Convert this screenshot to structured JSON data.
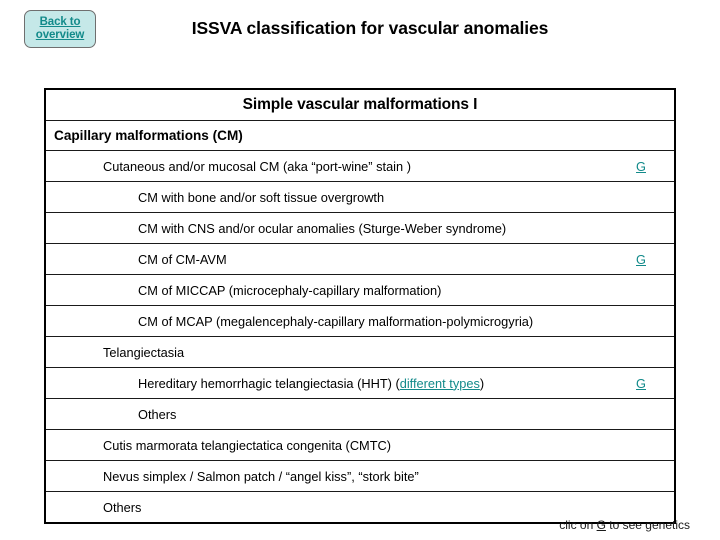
{
  "back_button": {
    "line1": "Back to",
    "line2": "overview",
    "color": "#128a8a",
    "background": "#c5e8e8"
  },
  "slide": {
    "title": "ISSVA classification for vascular anomalies"
  },
  "table": {
    "header": "Simple vascular malformations I",
    "genetics_link_label": "G",
    "rows": [
      {
        "label": "Capillary malformations (CM)",
        "level": 0,
        "bold": true,
        "genetics": false
      },
      {
        "label": "Cutaneous and/or mucosal CM (aka “port-wine” stain )",
        "level": 1,
        "bold": false,
        "genetics": true
      },
      {
        "label": "CM with bone and/or soft tissue overgrowth",
        "level": 2,
        "bold": false,
        "genetics": false
      },
      {
        "label": "CM with CNS and/or ocular anomalies (Sturge-Weber syndrome)",
        "level": 2,
        "bold": false,
        "genetics": false
      },
      {
        "label": "CM of CM-AVM",
        "level": 2,
        "bold": false,
        "genetics": true
      },
      {
        "label": "CM of MICCAP (microcephaly-capillary malformation)",
        "level": 2,
        "bold": false,
        "genetics": false
      },
      {
        "label": "CM of MCAP (megalencephaly-capillary malformation-polymicrogyria)",
        "level": 2,
        "bold": false,
        "genetics": false
      },
      {
        "label": "Telangiectasia",
        "level": 1,
        "bold": false,
        "genetics": false
      },
      {
        "label_pre": "Hereditary hemorrhagic telangiectasia (HHT) (",
        "label_link": "different types",
        "label_post": ")",
        "level": 2,
        "bold": false,
        "genetics": true
      },
      {
        "label": "Others",
        "level": 2,
        "bold": false,
        "genetics": false
      },
      {
        "label": "Cutis marmorata telangiectatica congenita (CMTC)",
        "level": 1,
        "bold": false,
        "genetics": false
      },
      {
        "label": "Nevus simplex / Salmon patch / “angel kiss”, “stork bite”",
        "level": 1,
        "bold": false,
        "genetics": false
      },
      {
        "label": "Others",
        "level": 1,
        "bold": false,
        "genetics": false
      }
    ]
  },
  "footer": {
    "prefix": "clic on ",
    "glyph": "G",
    "suffix": " to see genetics"
  }
}
